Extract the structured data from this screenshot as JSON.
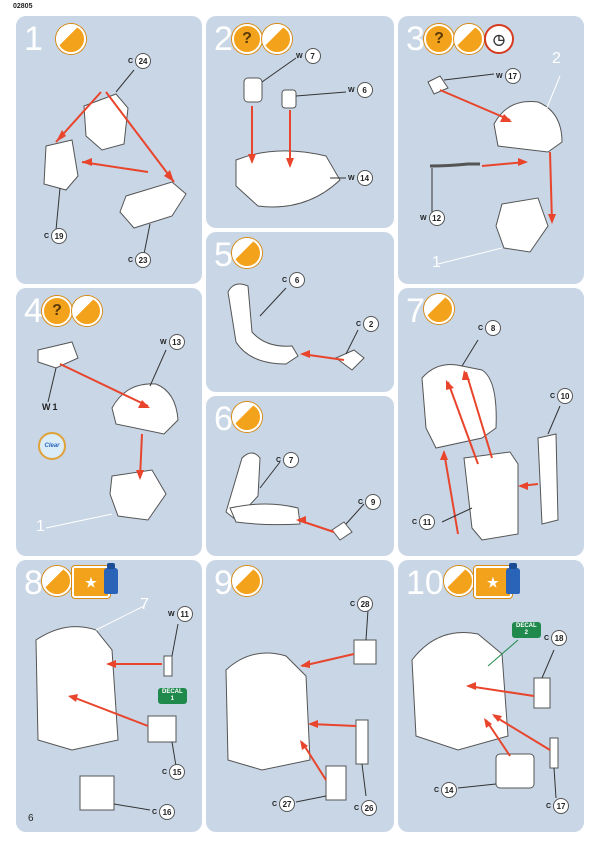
{
  "doc_code": "02805",
  "page_number": "6",
  "steps": [
    {
      "number": "1",
      "icons": [
        "paint-icon"
      ],
      "labels": [
        {
          "prefix": "C",
          "num": "24"
        },
        {
          "prefix": "C",
          "num": "19"
        },
        {
          "prefix": "C",
          "num": "23"
        }
      ]
    },
    {
      "number": "2",
      "icons": [
        "glue-icon",
        "paint-icon"
      ],
      "labels": [
        {
          "prefix": "W",
          "num": "7"
        },
        {
          "prefix": "W",
          "num": "6"
        },
        {
          "prefix": "W",
          "num": "14"
        }
      ]
    },
    {
      "number": "3",
      "icons": [
        "glue-icon",
        "paint-icon",
        "clock-icon"
      ],
      "labels": [
        {
          "prefix": "W",
          "num": "17"
        },
        {
          "prefix": "W",
          "num": "12"
        }
      ],
      "refs": [
        "2",
        "1"
      ]
    },
    {
      "number": "4",
      "icons": [
        "glue-icon",
        "paint-icon"
      ],
      "labels": [
        {
          "prefix": "W",
          "num": "13"
        },
        {
          "prefix": "W",
          "num": "1"
        }
      ],
      "clear_label": "Clear",
      "refs": [
        "1"
      ]
    },
    {
      "number": "5",
      "icons": [
        "paint-icon"
      ],
      "labels": [
        {
          "prefix": "C",
          "num": "6"
        },
        {
          "prefix": "C",
          "num": "2"
        }
      ]
    },
    {
      "number": "6",
      "icons": [
        "paint-icon"
      ],
      "labels": [
        {
          "prefix": "C",
          "num": "7"
        },
        {
          "prefix": "C",
          "num": "9"
        }
      ]
    },
    {
      "number": "7",
      "icons": [
        "paint-icon"
      ],
      "labels": [
        {
          "prefix": "C",
          "num": "8"
        },
        {
          "prefix": "C",
          "num": "10"
        },
        {
          "prefix": "C",
          "num": "11"
        }
      ]
    },
    {
      "number": "8",
      "icons": [
        "paint-icon",
        "decal-icon",
        "bottle-icon"
      ],
      "labels": [
        {
          "prefix": "W",
          "num": "11"
        },
        {
          "prefix": "C",
          "num": "15"
        },
        {
          "prefix": "C",
          "num": "16"
        }
      ],
      "decal": {
        "word": "DECAL",
        "num": "1"
      },
      "refs": [
        "7"
      ]
    },
    {
      "number": "9",
      "icons": [
        "paint-icon"
      ],
      "labels": [
        {
          "prefix": "C",
          "num": "28"
        },
        {
          "prefix": "C",
          "num": "27"
        },
        {
          "prefix": "C",
          "num": "26"
        }
      ]
    },
    {
      "number": "10",
      "icons": [
        "paint-icon",
        "decal-icon",
        "bottle-icon"
      ],
      "labels": [
        {
          "prefix": "C",
          "num": "18"
        },
        {
          "prefix": "C",
          "num": "14"
        },
        {
          "prefix": "C",
          "num": "17"
        }
      ],
      "decal": {
        "word": "DECAL",
        "num": "2"
      }
    }
  ],
  "colors": {
    "panel": "#c8d6e6",
    "arrow": "#e8452c",
    "accent": "#f3a21c",
    "decal": "#1f8a4c"
  }
}
